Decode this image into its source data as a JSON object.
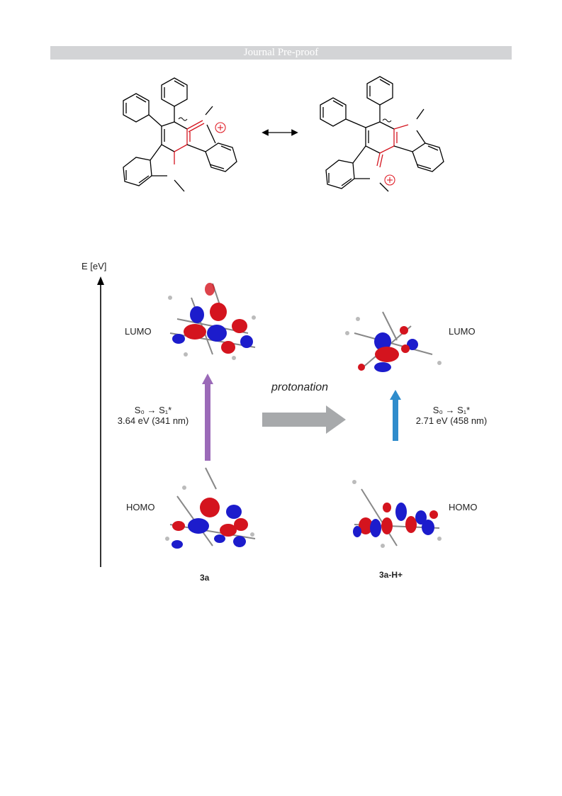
{
  "header": {
    "banner": "Journal Pre-proof"
  },
  "diagram": {
    "y_axis_label": "E [eV]",
    "lumo_left": "LUMO",
    "lumo_right": "LUMO",
    "homo_left": "HOMO",
    "homo_right": "HOMO",
    "process_label": "protonation",
    "left_transition": {
      "line1": "S₀ → S₁*",
      "line2": "3.64 eV (341 nm)"
    },
    "right_transition": {
      "line1": "S₀ → S₁*",
      "line2": "2.71 eV (458 nm)"
    },
    "compound_left": "3a",
    "compound_right": "3a-H+",
    "colors": {
      "left_arrow": "#9b6ab8",
      "right_arrow": "#2f8ccc",
      "positive_lobe": "#d4141e",
      "negative_lobe": "#1c1ccc",
      "charge": "#e0202a"
    }
  }
}
